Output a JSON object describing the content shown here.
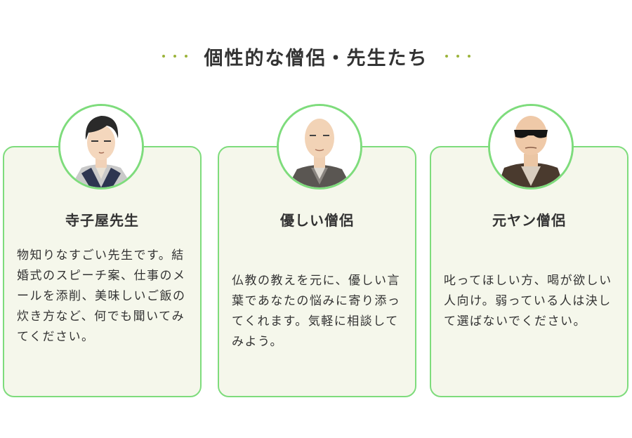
{
  "section": {
    "title": "個性的な僧侶・先生たち"
  },
  "cards": [
    {
      "name": "寺子屋先生",
      "avatar_icon": "teacher-portrait",
      "description": "物知りなすごい先生です。結婚式のスピーチ案、仕事のメールを添削、美味しいご飯の炊き方など、何でも聞いてみてください。"
    },
    {
      "name": "優しい僧侶",
      "avatar_icon": "kind-monk-portrait",
      "description": "仏教の教えを元に、優しい言葉であなたの悩みに寄り添ってくれます。気軽に相談してみよう。"
    },
    {
      "name": "元ヤン僧侶",
      "avatar_icon": "ex-delinquent-monk-portrait",
      "description": "叱ってほしい方、喝が欲しい人向け。弱っている人は決して選ばないでください。"
    }
  ],
  "colors": {
    "accent_green": "#7edc7c",
    "card_bg": "#f5f7eb",
    "dot_color": "#9cb43a",
    "text": "#333333"
  }
}
